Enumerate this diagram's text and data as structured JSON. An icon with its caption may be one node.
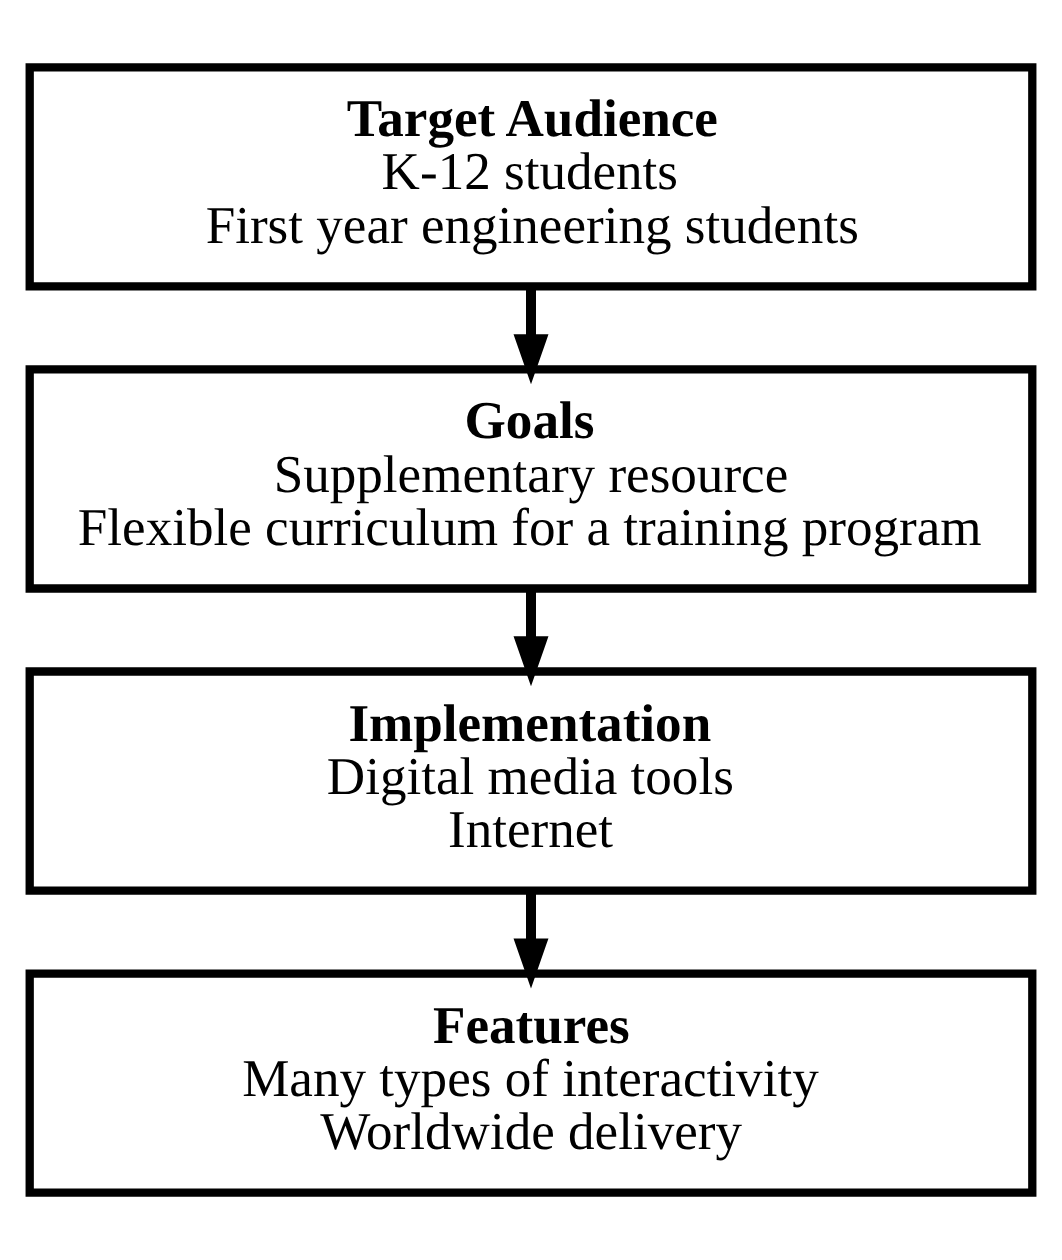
{
  "diagram": {
    "nodes": [
      {
        "text": [
          "Target Audience",
          "K-12 students",
          "First year engineering students"
        ]
      },
      {
        "text": [
          "Goals",
          "Supplementary resource",
          "Flexible curriculum for a training program"
        ]
      },
      {
        "text": [
          "Implementation",
          "Digital media tools",
          "Internet"
        ]
      },
      {
        "text": [
          "Features",
          "Many types of interactivity",
          "Worldwide delivery"
        ]
      }
    ],
    "edges": [
      {
        "from": 0,
        "to": 1,
        "arrow": "to"
      },
      {
        "from": 1,
        "to": 2,
        "arrow": "to"
      },
      {
        "from": 2,
        "to": 3,
        "arrow": "to"
      }
    ]
  }
}
